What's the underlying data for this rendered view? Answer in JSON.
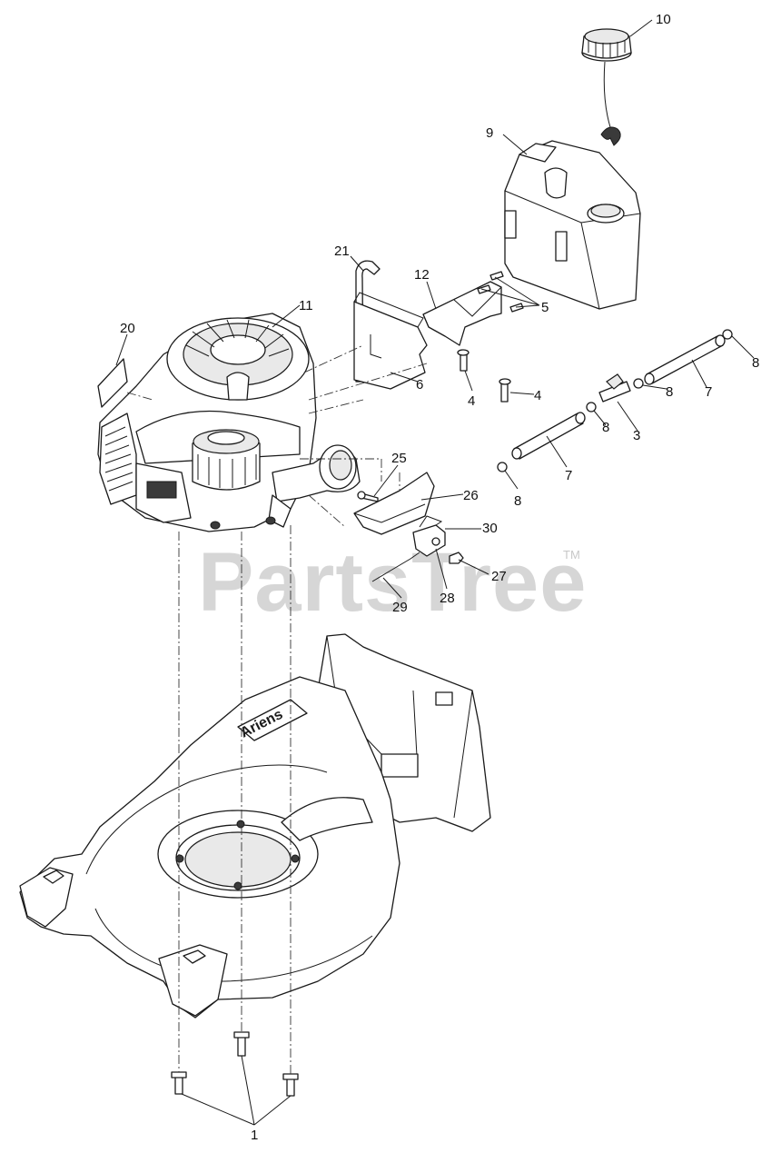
{
  "watermark": {
    "text": "PartsTree",
    "tm": "TM"
  },
  "deck_logo_text": "Ariens",
  "callouts": [
    {
      "id": "c10",
      "label": "10"
    },
    {
      "id": "c9",
      "label": "9"
    },
    {
      "id": "c21",
      "label": "21"
    },
    {
      "id": "c12",
      "label": "12"
    },
    {
      "id": "c5",
      "label": "5"
    },
    {
      "id": "c11",
      "label": "11"
    },
    {
      "id": "c20",
      "label": "20"
    },
    {
      "id": "c8a",
      "label": "8"
    },
    {
      "id": "c7a",
      "label": "7"
    },
    {
      "id": "c6",
      "label": "6"
    },
    {
      "id": "c4a",
      "label": "4"
    },
    {
      "id": "c4b",
      "label": "4"
    },
    {
      "id": "c8b",
      "label": "8"
    },
    {
      "id": "c3",
      "label": "3"
    },
    {
      "id": "c8c",
      "label": "8"
    },
    {
      "id": "c25",
      "label": "25"
    },
    {
      "id": "c26",
      "label": "26"
    },
    {
      "id": "c7b",
      "label": "7"
    },
    {
      "id": "c8d",
      "label": "8"
    },
    {
      "id": "c30",
      "label": "30"
    },
    {
      "id": "c27",
      "label": "27"
    },
    {
      "id": "c28",
      "label": "28"
    },
    {
      "id": "c29",
      "label": "29"
    },
    {
      "id": "c1",
      "label": "1"
    }
  ]
}
